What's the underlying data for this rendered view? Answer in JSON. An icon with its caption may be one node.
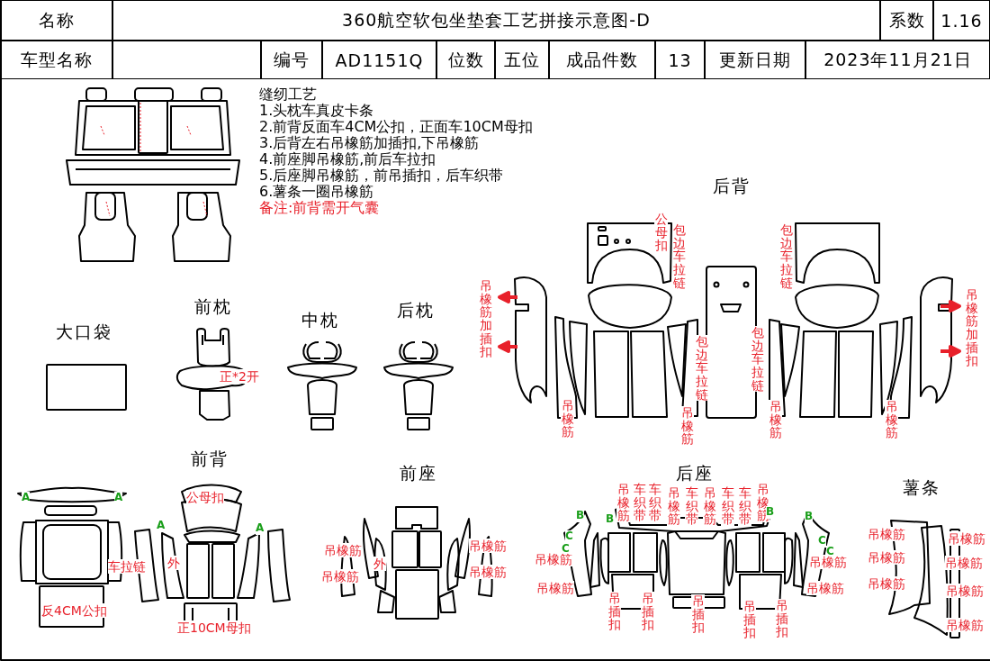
{
  "diagram": {
    "labels": [
      "名称",
      "360航空软包坐垫套工艺拼接示意图-D",
      "系数",
      "1.16",
      "车型名称",
      "编号",
      "AD1151Q",
      "位数",
      "五位",
      "成品件数",
      "13",
      "更新日期",
      "2023年11月21日",
      "缝纫工艺",
      "1.头枕车真皮卡条",
      "2.前背反面车4CM公扣，正面车10CM母扣",
      "3.后背左右吊橡筋加插扣,下吊橡筋",
      "4.前座脚吊橡筋,前后车拉扣",
      "5.后座脚吊橡筋，前吊插扣，后车织带",
      "6.薯条一圈吊橡筋",
      "备注:前背需开气囊",
      "后背",
      "公母扣",
      "包边车拉链",
      "包边车拉链",
      "吊橡筋加插扣",
      "吊橡筋加插扣",
      "包边车拉链",
      "包边车拉链",
      "吊橡筋",
      "吊橡筋",
      "吊橡筋",
      "吊橡筋",
      "大口袋",
      "前枕",
      "中枕",
      "后枕",
      "正*2开",
      "前背",
      "A",
      "A",
      "A",
      "A",
      "公母扣",
      "车拉链",
      "外",
      "反4CM公扣",
      "正10CM母扣",
      "前座",
      "吊橡筋",
      "吊橡筋",
      "外",
      "吊橡筋",
      "吊橡筋",
      "后座",
      "吊橡筋",
      "车织带",
      "车织带",
      "吊橡筋",
      "车织带",
      "吊橡筋",
      "车织带",
      "车织带",
      "吊橡筋",
      "B",
      "B",
      "B",
      "B",
      "C",
      "C",
      "C",
      "C",
      "吊橡筋",
      "吊橡筋",
      "吊橡筋",
      "吊橡筋",
      "吊插扣",
      "吊插扣",
      "吊插扣",
      "吊插扣",
      "吊插扣",
      "薯条",
      "吊橡筋",
      "吊橡筋",
      "吊橡筋",
      "吊橡筋",
      "吊橡筋",
      "吊橡筋",
      "吊橡筋"
    ]
  }
}
